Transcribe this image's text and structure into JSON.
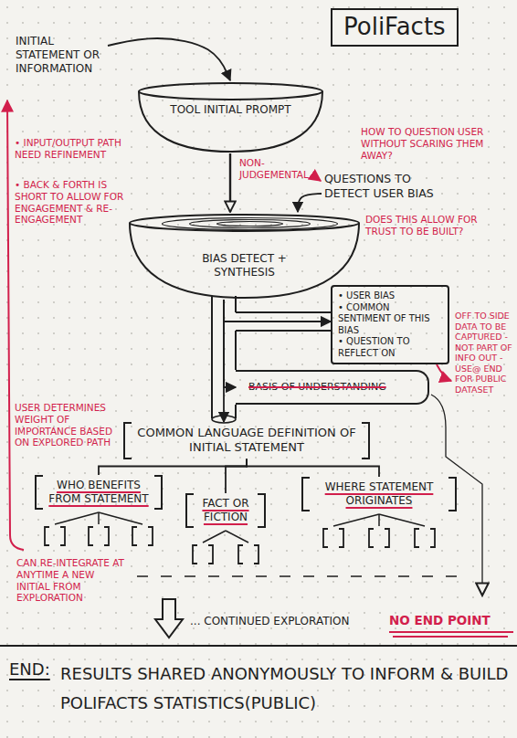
{
  "diagram": {
    "title": "PoliFacts",
    "nodes": [
      {
        "text": [
          "INITIAL STATEMENT OR INFORMATION"
        ]
      },
      {
        "text": [
          "TOOL INITIAL PROMPT"
        ]
      },
      {
        "text": [
          "QUESTIONS TO DETECT USER BIAS"
        ]
      },
      {
        "text": [
          "BIAS DETECT + SYNTHESIS"
        ]
      },
      {
        "text": [
          "• USER BIAS",
          "• COMMON SENTIMENT OF THIS BIAS",
          "• QUESTION TO REFLECT ON"
        ]
      },
      {
        "text": [
          "BASIS OF UNDERSTANDING"
        ]
      },
      {
        "text": [
          "COMMON LANGUAGE DEFINITION OF INITIAL STATEMENT"
        ]
      },
      {
        "text": [
          "WHO BENEFITS FROM STATEMENT"
        ]
      },
      {
        "text": [
          "FACT OR FICTION"
        ]
      },
      {
        "text": [
          "WHERE STATEMENT ORIGINATES"
        ]
      }
    ],
    "edges": [
      {
        "from": 0,
        "to": 1,
        "arrow": "to"
      },
      {
        "from": 1,
        "to": 3,
        "arrow": "to"
      },
      {
        "from": 2,
        "to": 3,
        "arrow": "to"
      },
      {
        "from": 3,
        "to": 4,
        "arrow": "to"
      },
      {
        "from": 3,
        "to": 5,
        "arrow": "to"
      },
      {
        "from": 3,
        "to": 6,
        "arrow": "to"
      },
      {
        "from": 6,
        "to": 7,
        "arrow": "none"
      },
      {
        "from": 6,
        "to": 8,
        "arrow": "none"
      },
      {
        "from": 6,
        "to": 9,
        "arrow": "none"
      }
    ],
    "labels": [
      "• INPUT/OUTPUT PATH NEED REFINEMENT",
      "• BACK & FORTH IS SHORT TO ALLOW FOR ENGAGEMENT & RE-ENGAGEMENT",
      "HOW TO QUESTION USER WITHOUT SCARING THEM AWAY?",
      "NON-JUDGEMENTAL",
      "DOES THIS ALLOW FOR TRUST TO BE BUILT?",
      "OFF TO SIDE DATA TO BE CAPTURED -NOT PART OF INFO OUT -USE@ END FOR PUBLIC DATASET",
      "USER DETERMINES WEIGHT OF IMPORTANCE BASED ON EXPLORED PATH",
      "CAN RE-INTEGRATE AT ANYTIME A NEW INITIAL FROM EXPLORATION",
      "... CONTINUED EXPLORATION",
      "NO END POINT",
      "END:",
      "RESULTS SHARED ANONYMOUSLY TO INFORM & BUILD POLIFACTS STATISTICS(PUBLIC)"
    ]
  }
}
